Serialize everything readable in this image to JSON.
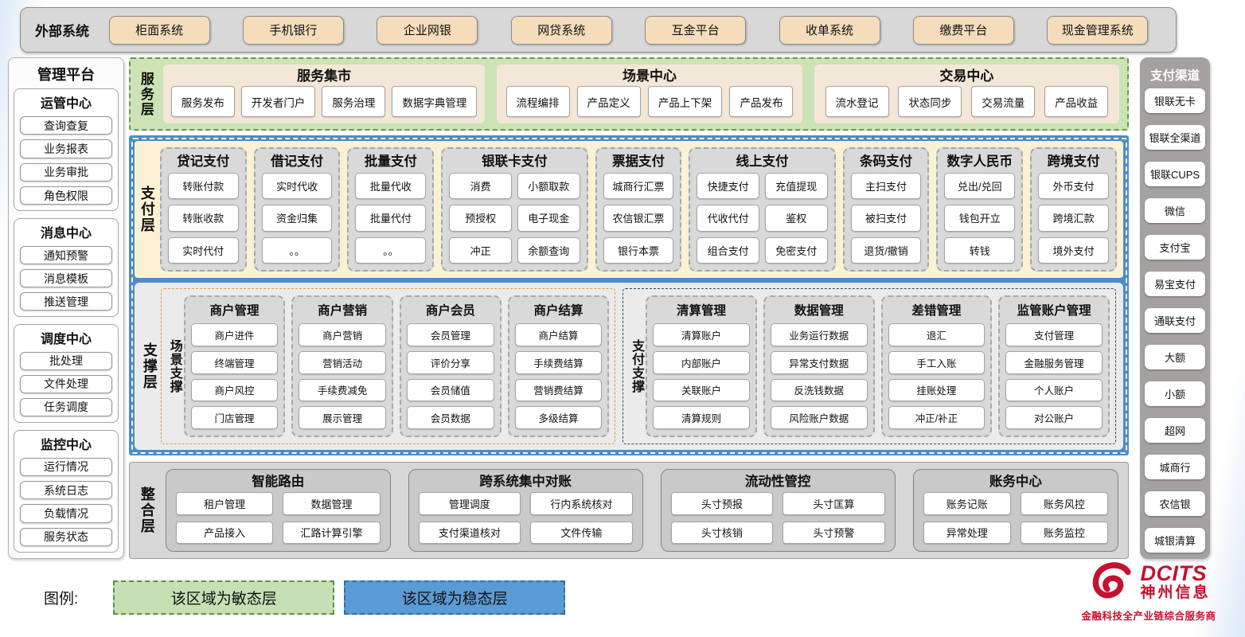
{
  "external": {
    "label": "外部系统",
    "systems": [
      "柜面系统",
      "手机银行",
      "企业网银",
      "网贷系统",
      "互金平台",
      "收单系统",
      "缴费平台",
      "现金管理系统"
    ]
  },
  "management": {
    "title": "管理平台",
    "groups": [
      {
        "title": "运管中心",
        "items": [
          "查询查复",
          "业务报表",
          "业务审批",
          "角色权限"
        ]
      },
      {
        "title": "消息中心",
        "items": [
          "通知预警",
          "消息模板",
          "推送管理"
        ]
      },
      {
        "title": "调度中心",
        "items": [
          "批处理",
          "文件处理",
          "任务调度"
        ]
      },
      {
        "title": "监控中心",
        "items": [
          "运行情况",
          "系统日志",
          "负载情况",
          "服务状态"
        ]
      }
    ]
  },
  "service_layer": {
    "label": "服务层",
    "blocks": [
      {
        "title": "服务集市",
        "items": [
          "服务发布",
          "开发者门户",
          "服务治理",
          "数据字典管理"
        ]
      },
      {
        "title": "场景中心",
        "items": [
          "流程编排",
          "产品定义",
          "产品上下架",
          "产品发布"
        ]
      },
      {
        "title": "交易中心",
        "items": [
          "流水登记",
          "状态同步",
          "交易流量",
          "产品收益"
        ]
      }
    ]
  },
  "payment_layer": {
    "label": "支付层",
    "columns": [
      {
        "title": "贷记支付",
        "cols": 1,
        "items": [
          "转账付款",
          "转账收款",
          "实时代付"
        ]
      },
      {
        "title": "借记支付",
        "cols": 1,
        "items": [
          "实时代收",
          "资金归集",
          "。。"
        ]
      },
      {
        "title": "批量支付",
        "cols": 1,
        "items": [
          "批量代收",
          "批量代付",
          "。。"
        ]
      },
      {
        "title": "银联卡支付",
        "cols": 2,
        "items": [
          "消费",
          "小额取款",
          "预授权",
          "电子现金",
          "冲正",
          "余额查询"
        ]
      },
      {
        "title": "票据支付",
        "cols": 1,
        "items": [
          "城商行汇票",
          "农信银汇票",
          "银行本票"
        ]
      },
      {
        "title": "线上支付",
        "cols": 2,
        "items": [
          "快捷支付",
          "充值提现",
          "代收代付",
          "鉴权",
          "组合支付",
          "免密支付"
        ]
      },
      {
        "title": "条码支付",
        "cols": 1,
        "items": [
          "主扫支付",
          "被扫支付",
          "退货/撤销"
        ]
      },
      {
        "title": "数字人民币",
        "cols": 1,
        "items": [
          "兑出/兑回",
          "钱包开立",
          "转钱"
        ]
      },
      {
        "title": "跨境支付",
        "cols": 1,
        "items": [
          "外币支付",
          "跨境汇款",
          "境外支付"
        ]
      }
    ]
  },
  "support_layer": {
    "label": "支撑层",
    "sections": [
      {
        "label": "场景支撑",
        "groups": [
          {
            "title": "商户管理",
            "items": [
              "商户进件",
              "终端管理",
              "商户风控",
              "门店管理"
            ]
          },
          {
            "title": "商户营销",
            "items": [
              "商户营销",
              "营销活动",
              "手续费减免",
              "展示管理"
            ]
          },
          {
            "title": "商户会员",
            "items": [
              "会员管理",
              "评价分享",
              "会员储值",
              "会员数据"
            ]
          },
          {
            "title": "商户结算",
            "items": [
              "商户结算",
              "手续费结算",
              "营销费结算",
              "多级结算"
            ]
          }
        ]
      },
      {
        "label": "支付支撑",
        "groups": [
          {
            "title": "清算管理",
            "items": [
              "清算账户",
              "内部账户",
              "关联账户",
              "清算规则"
            ]
          },
          {
            "title": "数据管理",
            "items": [
              "业务运行数据",
              "异常支付数据",
              "反洗钱数据",
              "风险账户数据"
            ]
          },
          {
            "title": "差错管理",
            "items": [
              "退汇",
              "手工入账",
              "挂账处理",
              "冲正/补正"
            ]
          },
          {
            "title": "监管账户管理",
            "items": [
              "支付管理",
              "金融服务管理",
              "个人账户",
              "对公账户"
            ]
          }
        ]
      }
    ]
  },
  "integration_layer": {
    "label": "整合层",
    "blocks": [
      {
        "title": "智能路由",
        "items": [
          "租户管理",
          "数据管理",
          "产品接入",
          "汇路计算引擎"
        ]
      },
      {
        "title": "跨系统集中对账",
        "items": [
          "管理调度",
          "行内系统核对",
          "支付渠道核对",
          "文件传输"
        ]
      },
      {
        "title": "流动性管控",
        "items": [
          "头寸预报",
          "头寸匡算",
          "头寸核销",
          "头寸预警"
        ]
      },
      {
        "title": "账务中心",
        "items": [
          "账务记账",
          "账务风控",
          "异常处理",
          "账务监控"
        ]
      }
    ]
  },
  "channels": {
    "title": "支付渠道",
    "items": [
      "银联无卡",
      "银联全渠道",
      "银联CUPS",
      "微信",
      "支付宝",
      "易宝支付",
      "通联支付",
      "大额",
      "小额",
      "超网",
      "城商行",
      "农信银",
      "城银清算"
    ]
  },
  "legend": {
    "label": "图例:",
    "items": [
      {
        "text": "该区域为敏态层",
        "color": "#c6e0b4"
      },
      {
        "text": "该区域为稳态层",
        "color": "#5b9bd5"
      }
    ]
  },
  "logo": {
    "brand": "DCITS",
    "name": "神州信息",
    "tagline": "金融科技全产业链综合服务商"
  },
  "colors": {
    "stable_frame_blue": "#4d8bca",
    "service_green": "#cbe3b5",
    "payment_cream": "#fbf2d5",
    "external_button_tan": "#f5dcba",
    "panel_gray": "#d9d9d9",
    "scene_support_orange": "#df9a3e",
    "payment_support_navy": "#33425e",
    "brand_red": "#c41230"
  }
}
